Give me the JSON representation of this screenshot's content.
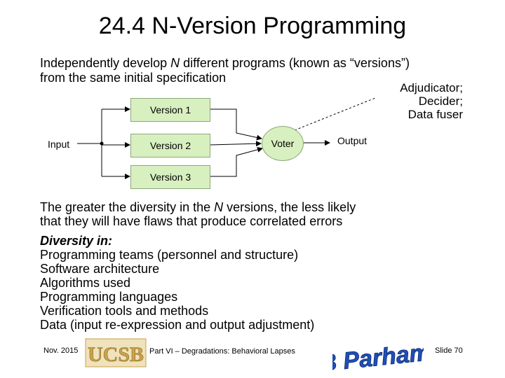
{
  "slide": {
    "title": "24.4  N-Version Programming",
    "intro_line1_a": "Independently develop ",
    "intro_line1_n": "N",
    "intro_line1_b": " different programs (known as “versions”)",
    "intro_line2": "from the same initial specification"
  },
  "diagram": {
    "input": "Input",
    "versions": [
      "Version 1",
      "Version 2",
      "Version 3"
    ],
    "voter": "Voter",
    "output": "Output",
    "adjudicator": [
      "Adjudicator;",
      "Decider;",
      "Data fuser"
    ]
  },
  "body": {
    "p1_a": "The greater the diversity in the ",
    "p1_n": "N",
    "p1_b": " versions, the less likely",
    "p2": "that they will have flaws that produce correlated errors",
    "diversity_heading": "Diversity in:",
    "diversity_items": [
      "Programming teams (personnel and structure)",
      "Software architecture",
      "Algorithms used",
      "Programming languages",
      "Verification tools and methods",
      "Data (input re-expression and output adjustment)"
    ]
  },
  "footer": {
    "date": "Nov. 2015",
    "center": "Part VI – Degradations: Behavioral Lapses",
    "slide_number": "Slide 70",
    "logo_text": "UCSB",
    "signature_text": "B Parhami"
  },
  "colors": {
    "box_fill": "#d8f0c0",
    "box_border": "#8aa878",
    "logo_gold": "#c9a34a",
    "signature_blue": "#1f4fb8"
  }
}
